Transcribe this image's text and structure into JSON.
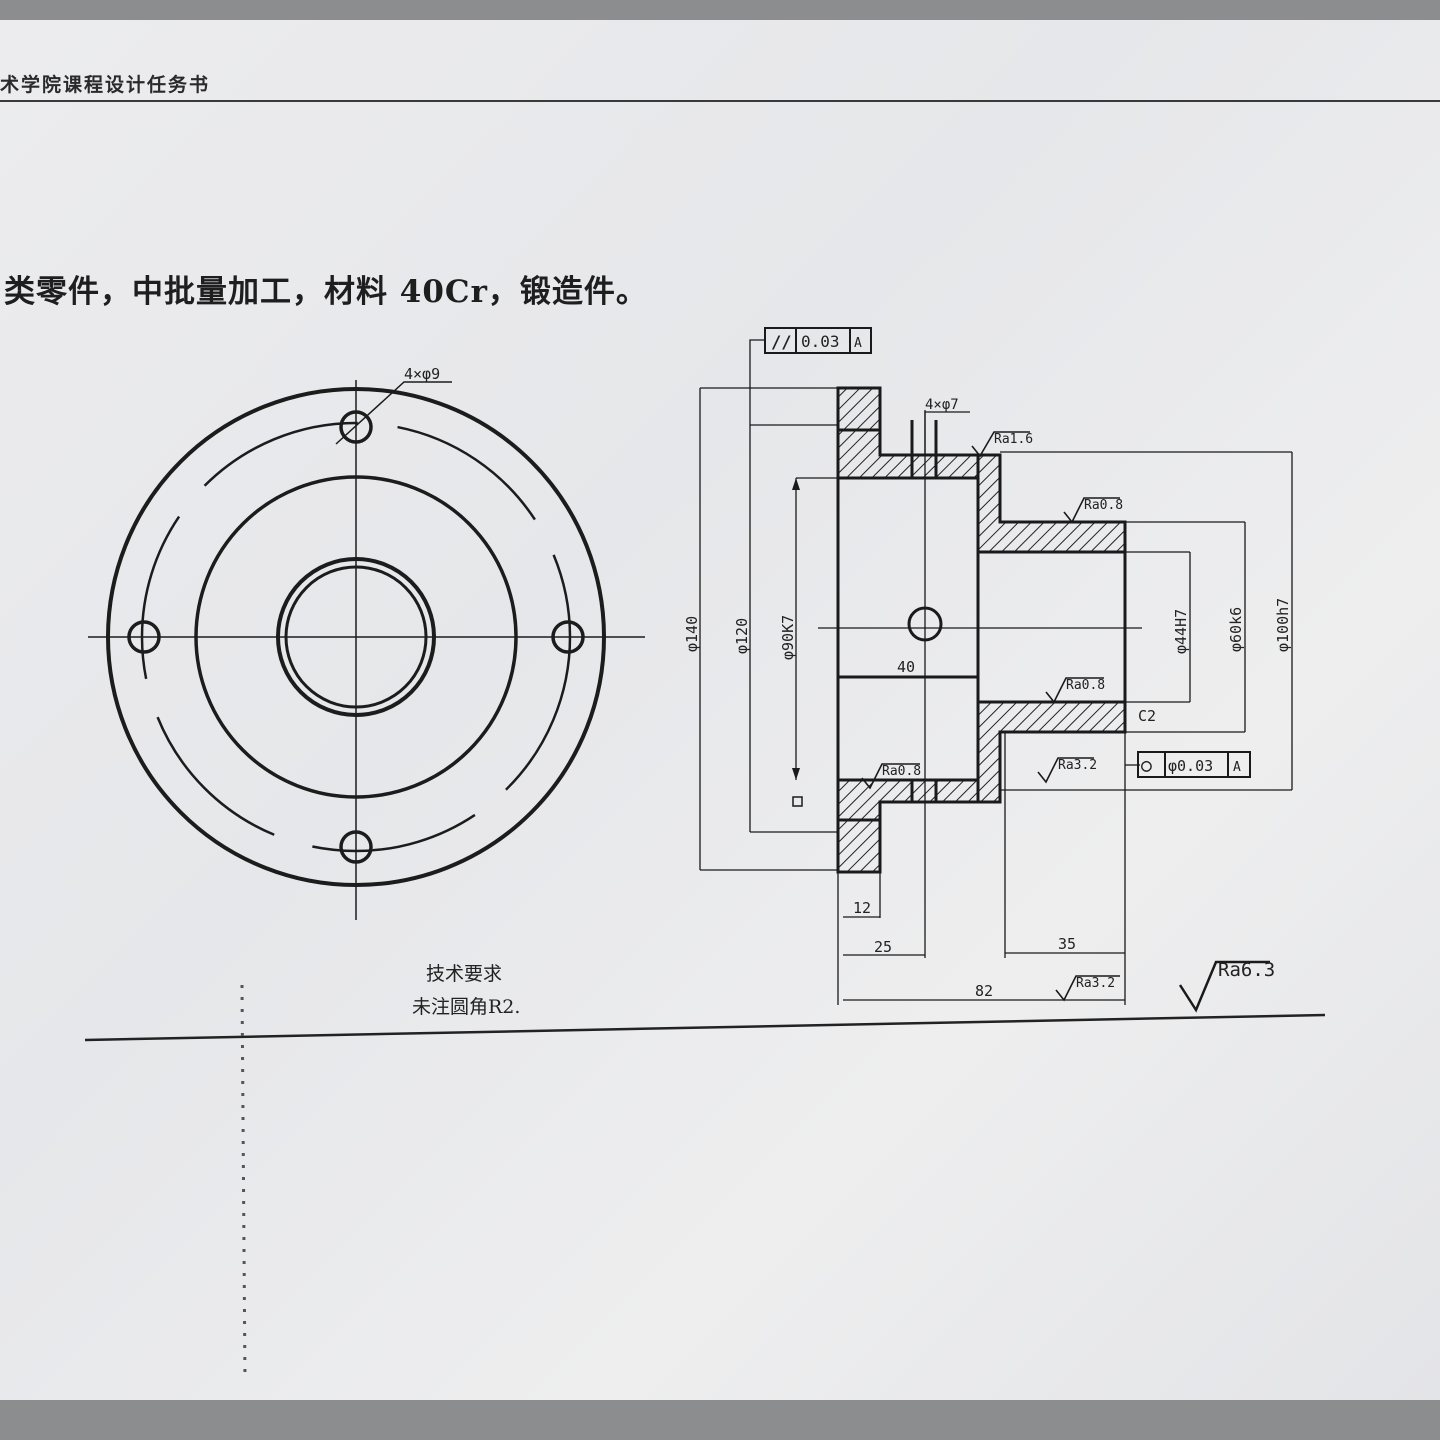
{
  "header": {
    "text": "术学院课程设计任务书"
  },
  "intro": {
    "text": "类零件，中批量加工，材料 40Cr，锻造件。"
  },
  "front_view": {
    "hole_callout": "4×φ9"
  },
  "section_view": {
    "parallelism_frame": {
      "symbol": "//",
      "tolerance": "0.03",
      "datum": "A"
    },
    "circularity_frame": {
      "symbol": "○",
      "tolerance": "φ0.03",
      "datum": "A"
    },
    "radial_hole_callout": "4×φ7",
    "chamfer": "C2",
    "diameters": {
      "d140": "φ140",
      "d120": "φ120",
      "d90": "φ90K7",
      "d44": "φ44H7",
      "d60": "φ60k6",
      "d100": "φ100h7"
    },
    "lengths": {
      "l40": "40",
      "l12": "12",
      "l25": "25",
      "l35": "35",
      "l82": "82"
    },
    "roughness": {
      "r1": "Ra1.6",
      "r2": "Ra0.8",
      "r3": "Ra0.8",
      "r4": "Ra0.8",
      "r5": "Ra3.2",
      "r6": "Ra3.2",
      "general": "Ra6.3"
    }
  },
  "tech_requirements": {
    "title": "技术要求",
    "note": "未注圆角R2."
  }
}
